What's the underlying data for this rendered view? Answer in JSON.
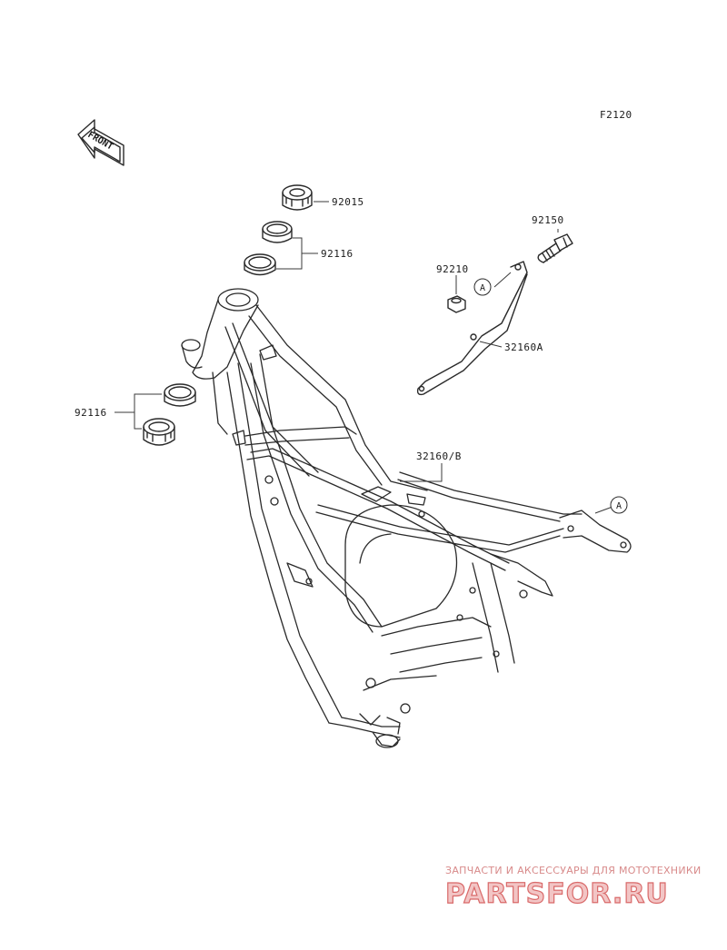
{
  "figure": {
    "code": "F2120",
    "front_label": "FRONT"
  },
  "parts": [
    {
      "key": "92015",
      "label": "92015"
    },
    {
      "key": "92116_upper",
      "label": "92116"
    },
    {
      "key": "92116_lower",
      "label": "92116"
    },
    {
      "key": "92150",
      "label": "92150"
    },
    {
      "key": "92210",
      "label": "92210"
    },
    {
      "key": "32160A",
      "label": "32160A"
    },
    {
      "key": "32160B",
      "label": "32160/B"
    }
  ],
  "refs": {
    "sidestand": "A",
    "frame": "A"
  },
  "watermark": {
    "tagline": "ЗАПЧАСТИ И АКСЕССУАРЫ ДЛЯ МОТОТЕХНИКИ",
    "brand": "PARTSFOR.RU"
  },
  "colors": {
    "line": "#2a2a2a",
    "watermark": "#d96a6a"
  }
}
